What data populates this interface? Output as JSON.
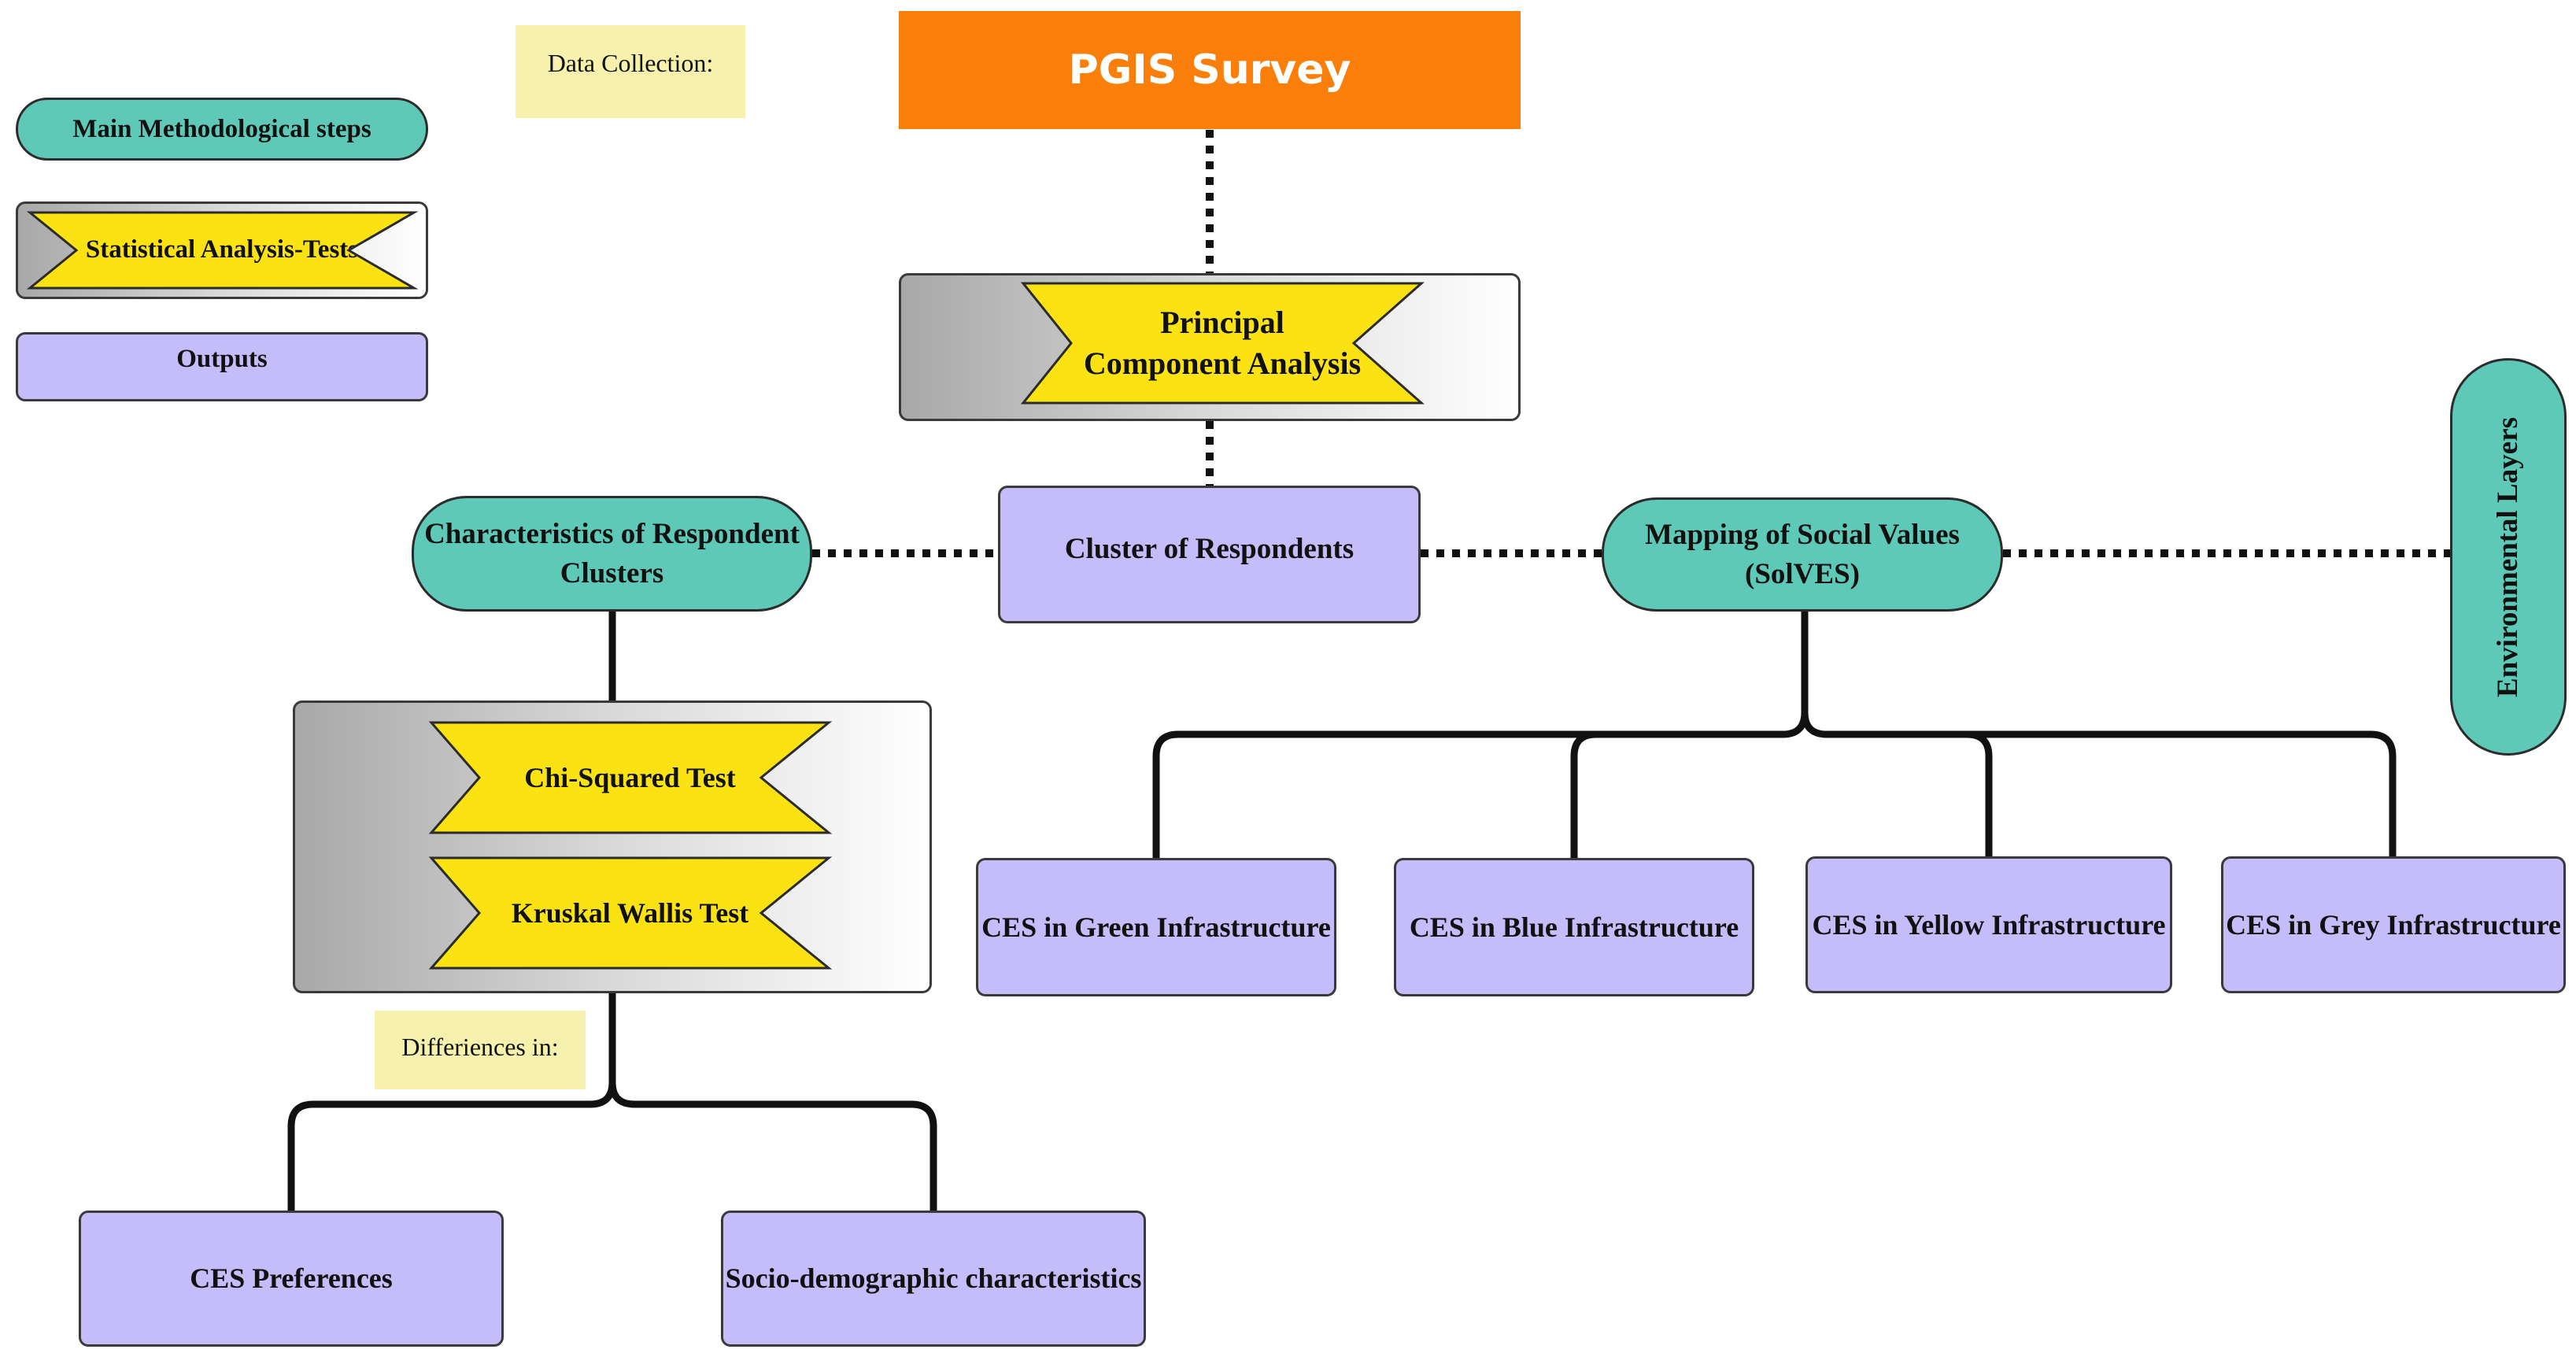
{
  "legend": {
    "main_steps": "Main Methodological steps",
    "statistical_tests": "Statistical Analysis-Tests",
    "outputs": "Outputs"
  },
  "notes": {
    "data_collection": "Data Collection:",
    "differences_in": "Differiences in:"
  },
  "nodes": {
    "pgis_survey": "PGIS Survey",
    "pca": "Principal Component Analysis",
    "cluster_of_respondents": "Cluster of Respondents",
    "characteristics_of_clusters": "Characteristics of Respondent Clusters",
    "mapping_social_values": "Mapping of Social Values (SolVES)",
    "environmental_layers": "Environmental Layers",
    "chi_squared": "Chi-Squared Test",
    "kruskal_wallis": "Kruskal Wallis Test",
    "ces_preferences": "CES Preferences",
    "socio_demographic": "Socio-demographic characteristics",
    "ces_green": "CES in Green Infrastructure",
    "ces_blue": "CES in Blue Infrastructure",
    "ces_yellow": "CES in Yellow Infrastructure",
    "ces_grey": "CES in Grey Infrastructure"
  },
  "colors": {
    "step": "#5fc9b8",
    "output": "#c5bcfa",
    "test_ribbon": "#fbe313",
    "title": "#f97e0a",
    "note": "#f6f2ad"
  }
}
